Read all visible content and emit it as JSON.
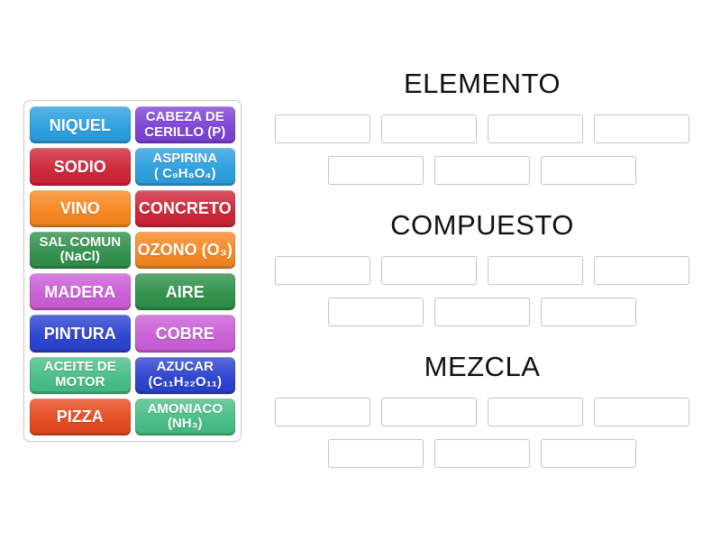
{
  "board": {
    "background": "#ffffff",
    "slot_border_color": "#c5c5c5",
    "panel_border_color": "#cccccc"
  },
  "tile_panel": {
    "tiles": [
      {
        "label": "NIQUEL",
        "color": "#2a9fdf"
      },
      {
        "label": "CABEZA DE\nCERILLO (P)",
        "color": "#7d41d8"
      },
      {
        "label": "SODIO",
        "color": "#ce2336"
      },
      {
        "label": "ASPIRINA\n( C₉H₈O₄)",
        "color": "#2a9fdf"
      },
      {
        "label": "VINO",
        "color": "#f6861f"
      },
      {
        "label": "CONCRETO",
        "color": "#ce2336"
      },
      {
        "label": "SAL COMUN\n(NaCl)",
        "color": "#2e9049"
      },
      {
        "label": "OZONO (O₃)",
        "color": "#f6861f"
      },
      {
        "label": "MADERA",
        "color": "#ca5dd6"
      },
      {
        "label": "AIRE",
        "color": "#2e9049"
      },
      {
        "label": "PINTURA",
        "color": "#2a41cf"
      },
      {
        "label": "COBRE",
        "color": "#ca5dd6"
      },
      {
        "label": "ACEITE DE\nMOTOR",
        "color": "#47bd85"
      },
      {
        "label": "AZUCAR\n(C₁₁H₂₂O₁₁)",
        "color": "#2a41cf"
      },
      {
        "label": "PIZZA",
        "color": "#e5491d"
      },
      {
        "label": "AMONIACO\n(NH₃)",
        "color": "#47bd85"
      }
    ]
  },
  "categories": [
    {
      "title": "ELEMENTO",
      "slot_count": 7
    },
    {
      "title": "COMPUESTO",
      "slot_count": 7
    },
    {
      "title": "MEZCLA",
      "slot_count": 7
    }
  ]
}
